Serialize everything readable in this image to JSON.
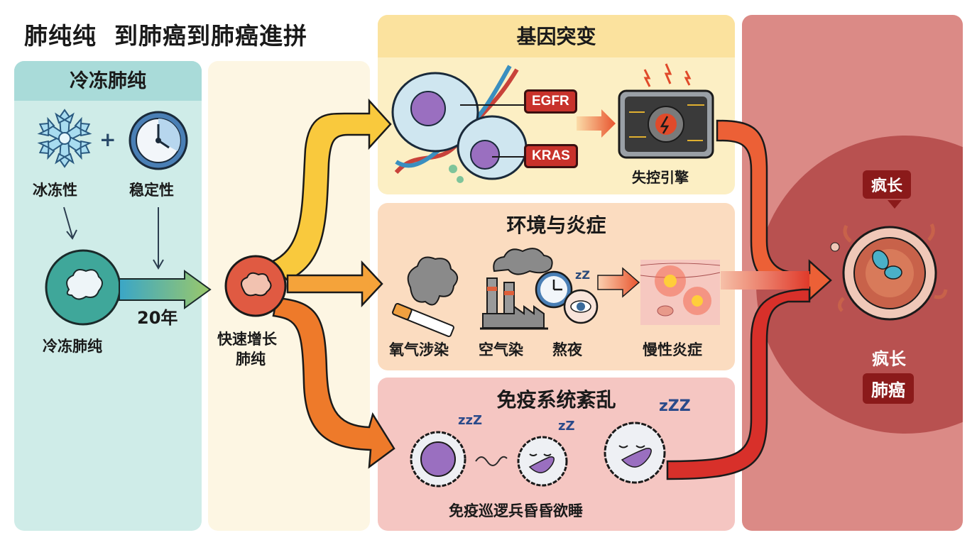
{
  "title": "肺纯纯  到肺癌到肺癌進拼",
  "freeze_panel": {
    "header": "冷冻肺纯",
    "snowflake_label": "冰冻性",
    "plus": "+",
    "clock_label": "稳定性",
    "cell_label": "冷冻肺纯",
    "duration": "20年"
  },
  "growth_panel": {
    "cell_label_line1": "快速增长",
    "cell_label_line2": "肺纯"
  },
  "gene_panel": {
    "header": "基因突变",
    "badges": [
      "EGFR",
      "KRAS"
    ],
    "engine_label": "失控引擎"
  },
  "env_panel": {
    "header": "环境与炎症",
    "items": [
      "氧气涉染",
      "空气染",
      "熬夜"
    ],
    "zz": "zZ",
    "result_label": "慢性炎症"
  },
  "immune_panel": {
    "header": "免疫系统紊乱",
    "zz_small": "zzZ",
    "zz_mid": "zZ",
    "zz_large": "zZZ",
    "caption": "免疫巡逻兵昏昏欲睡"
  },
  "cancer_panel": {
    "top_badge": "疯长",
    "bottom_label": "疯长",
    "bottom_badge": "肺癌"
  },
  "colors": {
    "freeze_bg": "#cfece8",
    "growth_bg": "#fdf6e3",
    "gene_bg": "#fcefc4",
    "env_bg": "#fbdcc0",
    "immune_bg": "#f5c6c2",
    "cancer_bg": "#db8a86",
    "badge_red": "#c8322b",
    "badge_dark": "#8b1a1a"
  }
}
